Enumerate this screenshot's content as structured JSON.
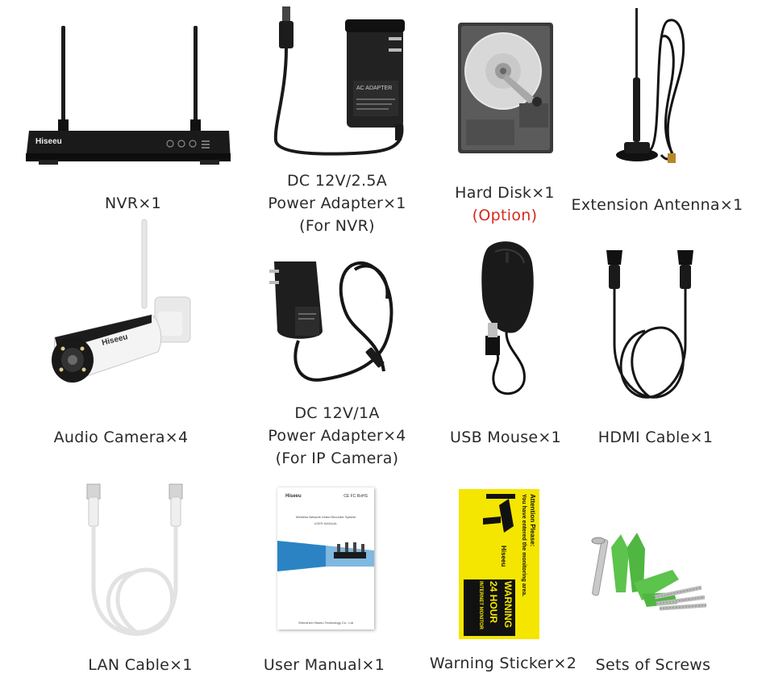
{
  "brand": {
    "logo_text": "Hiseeu",
    "accent": "#d62a1e",
    "sticker_yellow": "#f4e600",
    "plug_green": "#5cc34c"
  },
  "items": [
    {
      "id": "nvr",
      "icon": "nvr-icon",
      "lines": [
        "NVR×1"
      ]
    },
    {
      "id": "nvr-power",
      "icon": "power-adapter-icon",
      "lines": [
        "DC 12V/2.5A",
        "Power Adapter×1",
        "(For NVR)"
      ]
    },
    {
      "id": "hdd",
      "icon": "hard-disk-icon",
      "lines": [
        "Hard Disk×1"
      ],
      "note": "(Option)"
    },
    {
      "id": "antenna",
      "icon": "antenna-icon",
      "lines": [
        "Extension Antenna×1"
      ]
    },
    {
      "id": "camera",
      "icon": "camera-icon",
      "lines": [
        "Audio Camera×4"
      ]
    },
    {
      "id": "cam-power",
      "icon": "power-adapter-icon",
      "lines": [
        "DC 12V/1A",
        "Power Adapter×4",
        "(For IP Camera)"
      ]
    },
    {
      "id": "mouse",
      "icon": "mouse-icon",
      "lines": [
        "USB Mouse×1"
      ]
    },
    {
      "id": "hdmi",
      "icon": "hdmi-cable-icon",
      "lines": [
        "HDMI Cable×1"
      ]
    },
    {
      "id": "lan",
      "icon": "lan-cable-icon",
      "lines": [
        "LAN Cable×1"
      ]
    },
    {
      "id": "manual",
      "icon": "manual-icon",
      "lines": [
        "User Manual×1"
      ]
    },
    {
      "id": "sticker",
      "icon": "warning-sticker-icon",
      "lines": [
        "Warning Sticker×2"
      ]
    },
    {
      "id": "screws",
      "icon": "screws-icon",
      "lines": [
        "Sets of Screws"
      ]
    }
  ],
  "adapter_label": "AC ADAPTER",
  "manual_art": {
    "logo": "Hiseeu",
    "cert": "CE FC RoHS",
    "title": "Wireless Network Video Recorder System",
    "subtitle": "USER MANUAL",
    "footer": "Shenzhen Hiseeu Technology Co., Ltd"
  },
  "sticker_art": {
    "line1": "Attention Please:",
    "line2": "You have entered the monitoring area.",
    "warning": "WARNING",
    "hours": "24 HOUR",
    "monitor": "INTERNET MONITOR",
    "logo": "Hiseeu"
  }
}
